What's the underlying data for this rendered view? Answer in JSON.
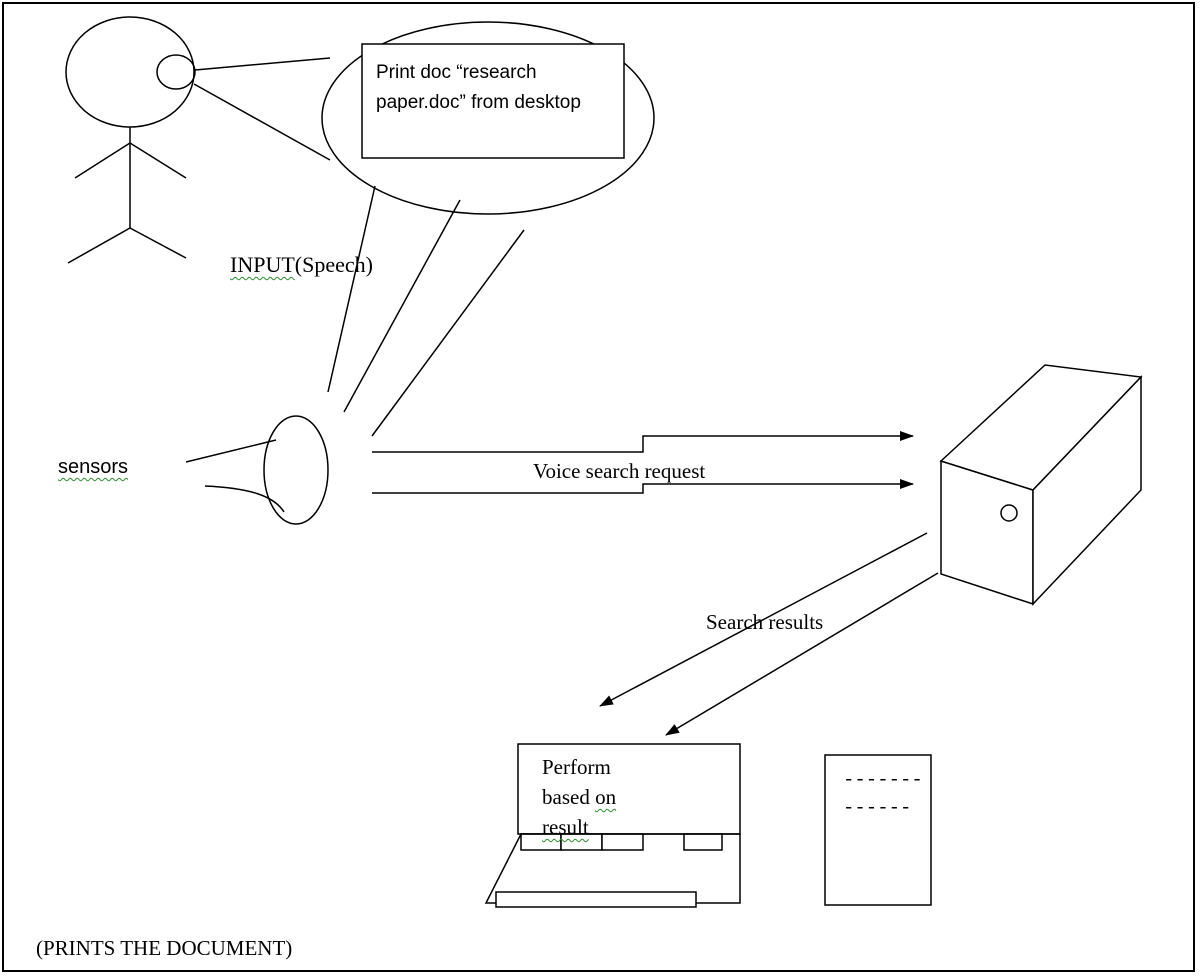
{
  "bubble": {
    "text": "Print doc “research paper.doc” from desktop"
  },
  "input_label": {
    "prefix": "INPUT",
    "suffix": "(Speech)"
  },
  "sensors_label": "sensors",
  "voice_label": "Voice search request",
  "results_label": "Search results",
  "laptop_screen": {
    "line1": "Perform",
    "line2": "based",
    "line3": "on",
    "line4": "result"
  },
  "printer_dashes": "-------\n------",
  "prints_label": "(PRINTS THE DOCUMENT)",
  "colors": {
    "stroke": "#000000",
    "spellcheck_underline": "#2e8b2e",
    "background": "#ffffff"
  }
}
